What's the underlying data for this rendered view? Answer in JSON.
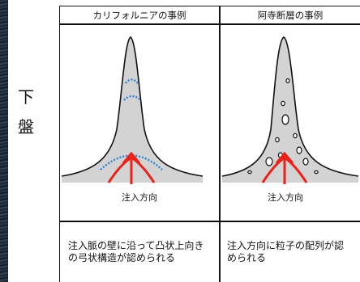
{
  "side_label": {
    "top": "下",
    "bottom": "盤"
  },
  "headers": {
    "left": "カリフォルニアの事例",
    "right": "阿寺断層の事例"
  },
  "panels": {
    "left": {
      "label": "注入方向"
    },
    "right": {
      "label": "注入方向"
    }
  },
  "captions": {
    "left_line1": "注入脈の壁に沿って凸状上向き",
    "left_line2": "の弓状構造が認められる",
    "right_line1": "注入方向に粒子の配列が認",
    "right_line2": "められる"
  },
  "colors": {
    "fill": "#d3d3d3",
    "arrow": "#e8231c",
    "arc": "#2f7fd6",
    "line": "#111111"
  }
}
